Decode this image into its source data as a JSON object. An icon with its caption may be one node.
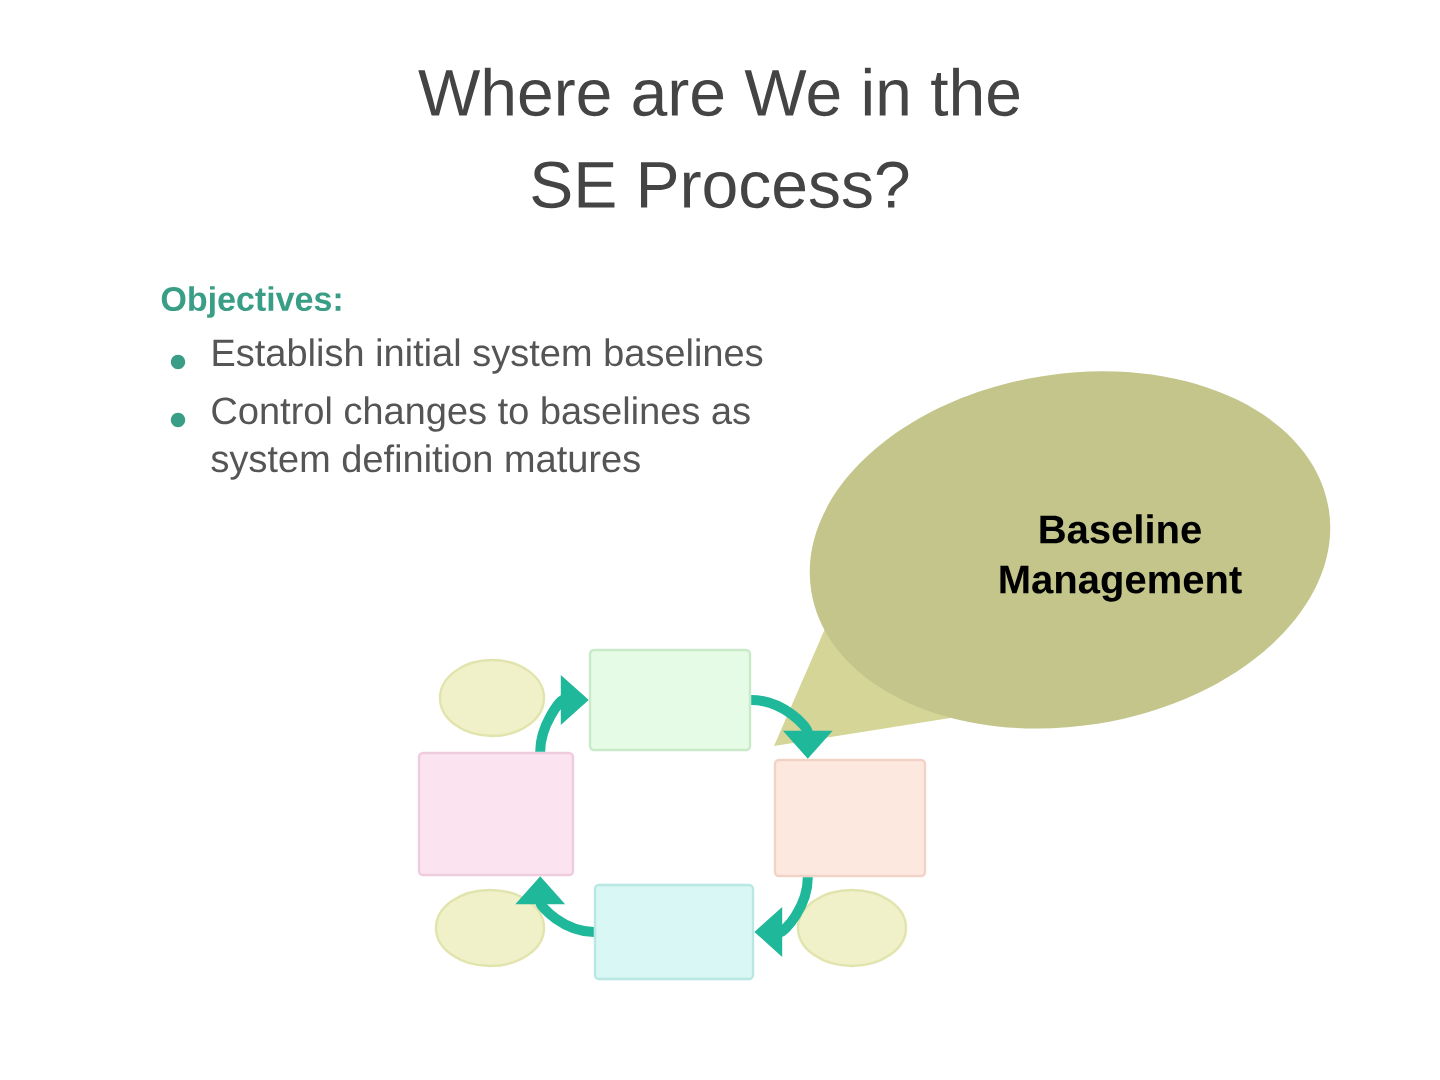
{
  "diagram": {
    "title": "Where are We in the SE Process?",
    "nodes": [
      {
        "text": [
          "Baseline Management"
        ]
      },
      {
        "text": [],
        "shape": "ellipse"
      },
      {
        "text": [],
        "shape": "box"
      },
      {
        "text": [],
        "shape": "box"
      },
      {
        "text": [],
        "shape": "box"
      },
      {
        "text": [],
        "shape": "ellipse"
      },
      {
        "text": [],
        "shape": "box"
      },
      {
        "text": [],
        "shape": "ellipse"
      }
    ],
    "edges": [
      {
        "from": 3,
        "to": 2,
        "arrow": "to"
      },
      {
        "from": 2,
        "to": 4,
        "arrow": "to"
      },
      {
        "from": 4,
        "to": 6,
        "arrow": "to"
      },
      {
        "from": 6,
        "to": 3,
        "arrow": "to"
      }
    ],
    "labels": [
      "Objectives:",
      "Establish initial system baselines",
      "Control changes to baselines as system definition matures"
    ]
  }
}
